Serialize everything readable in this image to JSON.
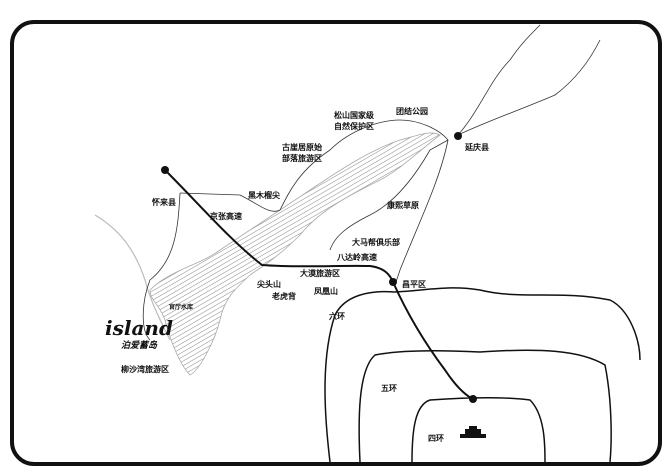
{
  "labels": {
    "songshan": "松山国家级",
    "songshan2": "自然保护区",
    "tuanjie": "团结公园",
    "yanqing": "延庆县",
    "guyaju": "古崖居原始",
    "guyaju2": "部落旅游区",
    "heimu": "黑木榴尖",
    "huailai": "怀来县",
    "jingzhang": "京张高速",
    "kangxi": "康熙草原",
    "damabang": "大马帮俱乐部",
    "badaling": "八达岭高速",
    "damo": "大漠旅游区",
    "jiantou": "尖头山",
    "laohu": "老虎背",
    "fenghuang": "凤凰山",
    "changping": "昌平区",
    "ring6": "六环",
    "ring5": "五环",
    "ring4": "四环",
    "guanting": "官厅水库",
    "liushawan": "柳沙湾旅游区"
  },
  "logo": {
    "en": "island",
    "cn": "泊爱蓄岛"
  }
}
